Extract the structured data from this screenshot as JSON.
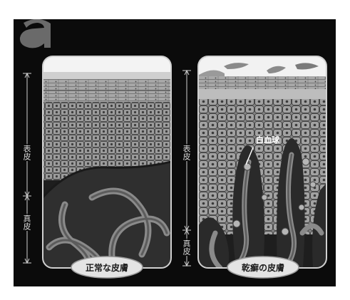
{
  "figure": {
    "letter": "a",
    "panels": [
      {
        "caption": "正常な皮膚",
        "layer_labels": [
          "表皮",
          "真皮"
        ]
      },
      {
        "caption": "乾癬の皮膚",
        "layer_labels": [
          "表皮",
          "真皮"
        ],
        "callout": "白血球"
      }
    ]
  }
}
